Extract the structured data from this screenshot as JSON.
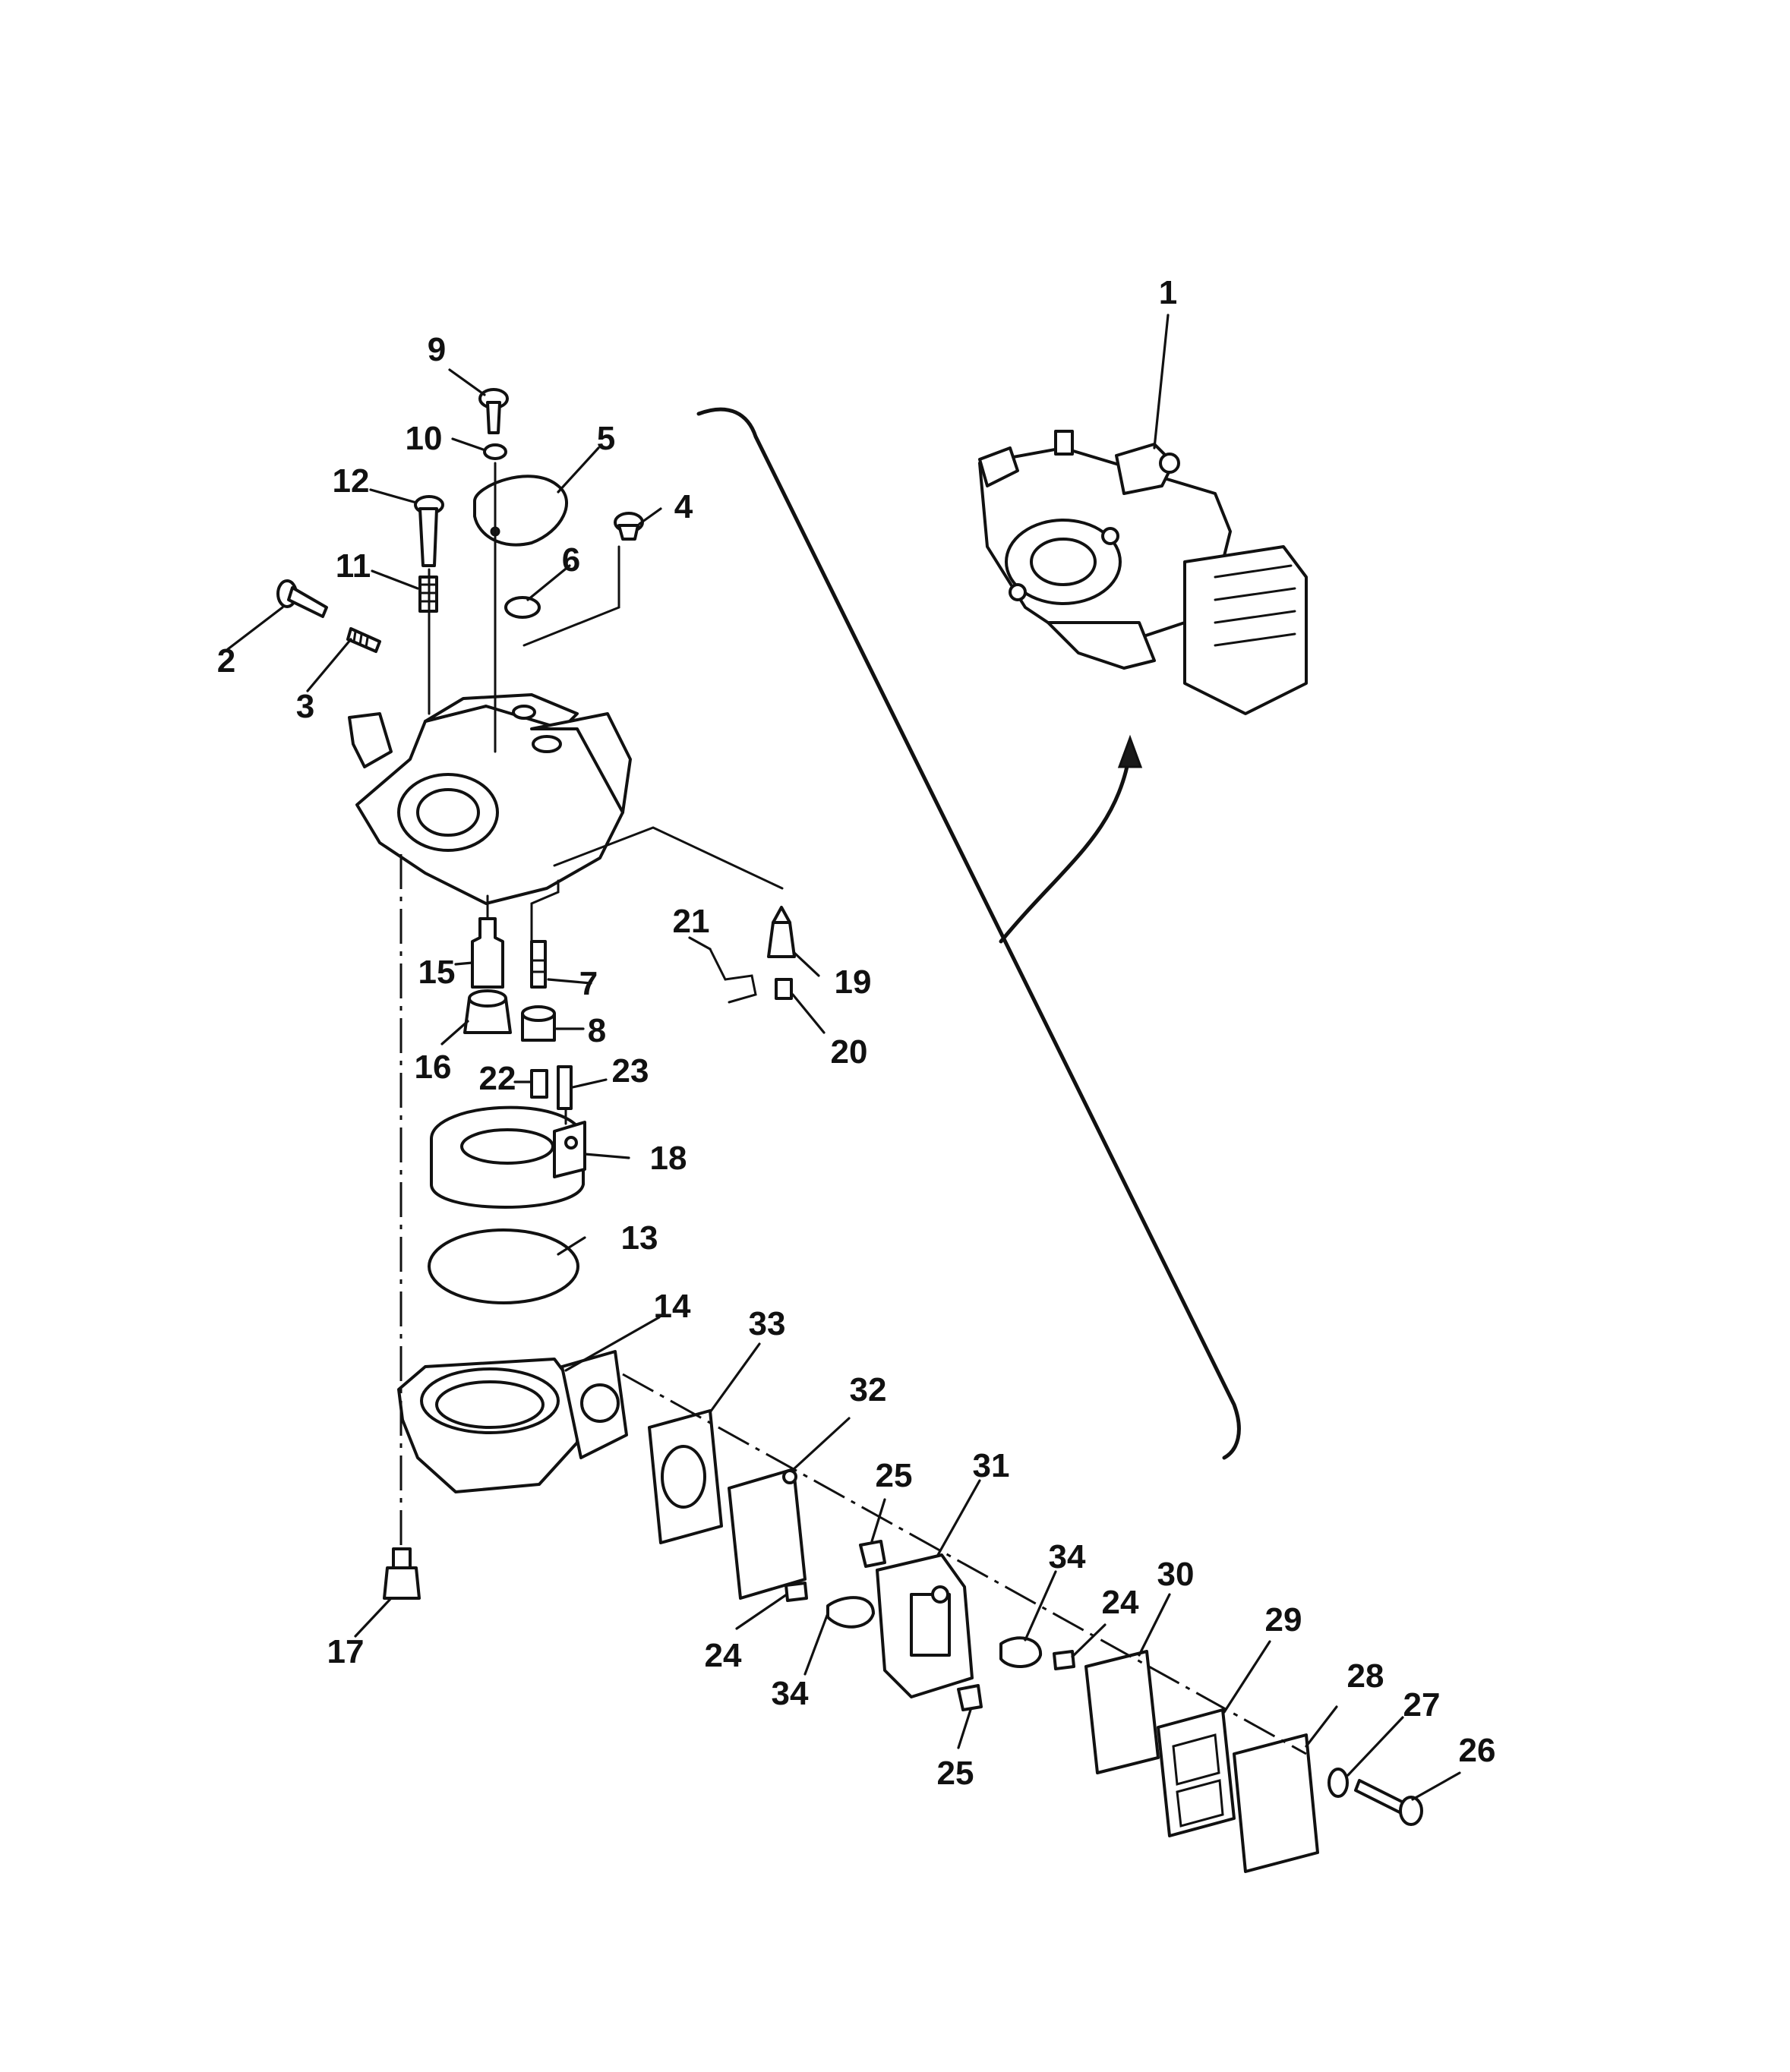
{
  "diagram": {
    "callouts": [
      {
        "id": "c1",
        "label": "1"
      },
      {
        "id": "c2",
        "label": "2"
      },
      {
        "id": "c3",
        "label": "3"
      },
      {
        "id": "c4",
        "label": "4"
      },
      {
        "id": "c5",
        "label": "5"
      },
      {
        "id": "c6",
        "label": "6"
      },
      {
        "id": "c7",
        "label": "7"
      },
      {
        "id": "c8",
        "label": "8"
      },
      {
        "id": "c9",
        "label": "9"
      },
      {
        "id": "c10",
        "label": "10"
      },
      {
        "id": "c11",
        "label": "11"
      },
      {
        "id": "c12",
        "label": "12"
      },
      {
        "id": "c13",
        "label": "13"
      },
      {
        "id": "c14",
        "label": "14"
      },
      {
        "id": "c15",
        "label": "15"
      },
      {
        "id": "c16",
        "label": "16"
      },
      {
        "id": "c17",
        "label": "17"
      },
      {
        "id": "c18",
        "label": "18"
      },
      {
        "id": "c19",
        "label": "19"
      },
      {
        "id": "c20",
        "label": "20"
      },
      {
        "id": "c21",
        "label": "21"
      },
      {
        "id": "c22",
        "label": "22"
      },
      {
        "id": "c23",
        "label": "23"
      },
      {
        "id": "c24a",
        "label": "24"
      },
      {
        "id": "c24b",
        "label": "24"
      },
      {
        "id": "c25a",
        "label": "25"
      },
      {
        "id": "c25b",
        "label": "25"
      },
      {
        "id": "c26",
        "label": "26"
      },
      {
        "id": "c27",
        "label": "27"
      },
      {
        "id": "c28",
        "label": "28"
      },
      {
        "id": "c29",
        "label": "29"
      },
      {
        "id": "c30",
        "label": "30"
      },
      {
        "id": "c31",
        "label": "31"
      },
      {
        "id": "c32",
        "label": "32"
      },
      {
        "id": "c33",
        "label": "33"
      },
      {
        "id": "c34a",
        "label": "34"
      },
      {
        "id": "c34b",
        "label": "34"
      }
    ]
  }
}
